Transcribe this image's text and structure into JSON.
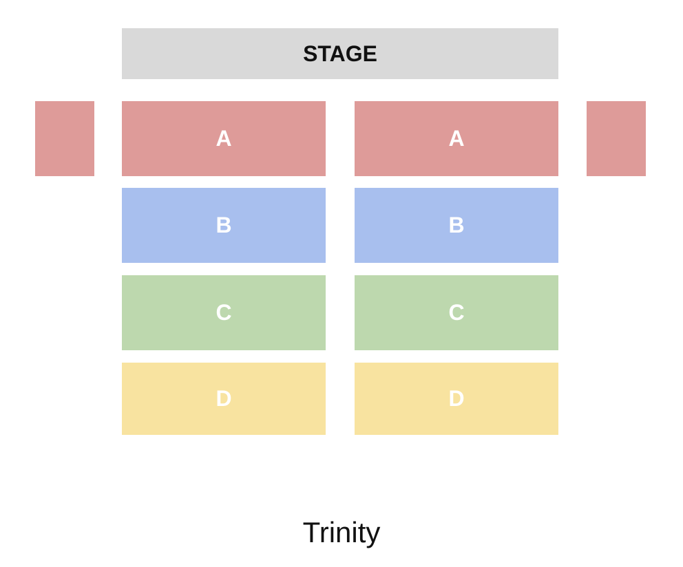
{
  "stage_label": "STAGE",
  "sections": {
    "a": "A",
    "b": "B",
    "c": "C",
    "d": "D"
  },
  "venue_name": "Trinity",
  "colors": {
    "stage": "#d9d9d9",
    "a": "#de9b99",
    "b": "#a8bfee",
    "c": "#bdd8ae",
    "d": "#f8e3a0"
  }
}
